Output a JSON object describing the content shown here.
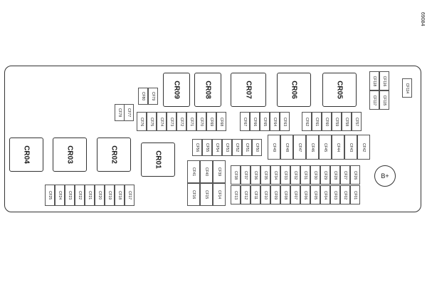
{
  "diagram_code": "69084",
  "battery_terminal": "B+",
  "relays": [
    "CR09",
    "CR08",
    "CR07",
    "CR06",
    "CR05",
    "CR04",
    "CR03",
    "CR02",
    "CR01"
  ],
  "fuse_groups": {
    "right_cluster": [
      "CF118",
      "CF117",
      "CF116",
      "CF115",
      "CF114"
    ],
    "upper_small": [
      "CF80",
      "CF79",
      "CF78",
      "CF77"
    ],
    "upper_row_a": [
      "CF76",
      "CF75",
      "CF74",
      "CF73",
      "CF72",
      "CF71",
      "CF70",
      "CF69",
      "CF68"
    ],
    "upper_row_b": [
      "CF67",
      "CF66",
      "CF65",
      "CF64",
      "CF63"
    ],
    "upper_row_c": [
      "CF62",
      "CF61",
      "CF60",
      "CF59",
      "CF58",
      "CF57"
    ],
    "middle_row": [
      "CF56",
      "CF55",
      "CF54",
      "CF53",
      "CF52",
      "CF51",
      "CF50"
    ],
    "tall_row": [
      "CF49",
      "CF48",
      "CF47",
      "CF46",
      "CF45",
      "CF44",
      "CF43",
      "CF42"
    ],
    "center_stack": [
      "CF41",
      "CF40",
      "CF39",
      "CF16",
      "CF15",
      "CF14"
    ],
    "lower_row_a": [
      "CF38",
      "CF37",
      "CF36",
      "CF35",
      "CF34",
      "CF33",
      "CF32",
      "CF31",
      "CF30",
      "CF29",
      "CF28",
      "CF27",
      "CF26"
    ],
    "lower_row_b": [
      "CF13",
      "CF12",
      "CF11",
      "CF10",
      "CF09",
      "CF08",
      "CF07",
      "CF06",
      "CF05",
      "CF04",
      "CF03",
      "CF02",
      "CF01"
    ],
    "bottom_left": [
      "CF25",
      "CF24",
      "CF23",
      "CF22",
      "CF21",
      "CF20",
      "CF19",
      "CF18",
      "CF17"
    ]
  }
}
